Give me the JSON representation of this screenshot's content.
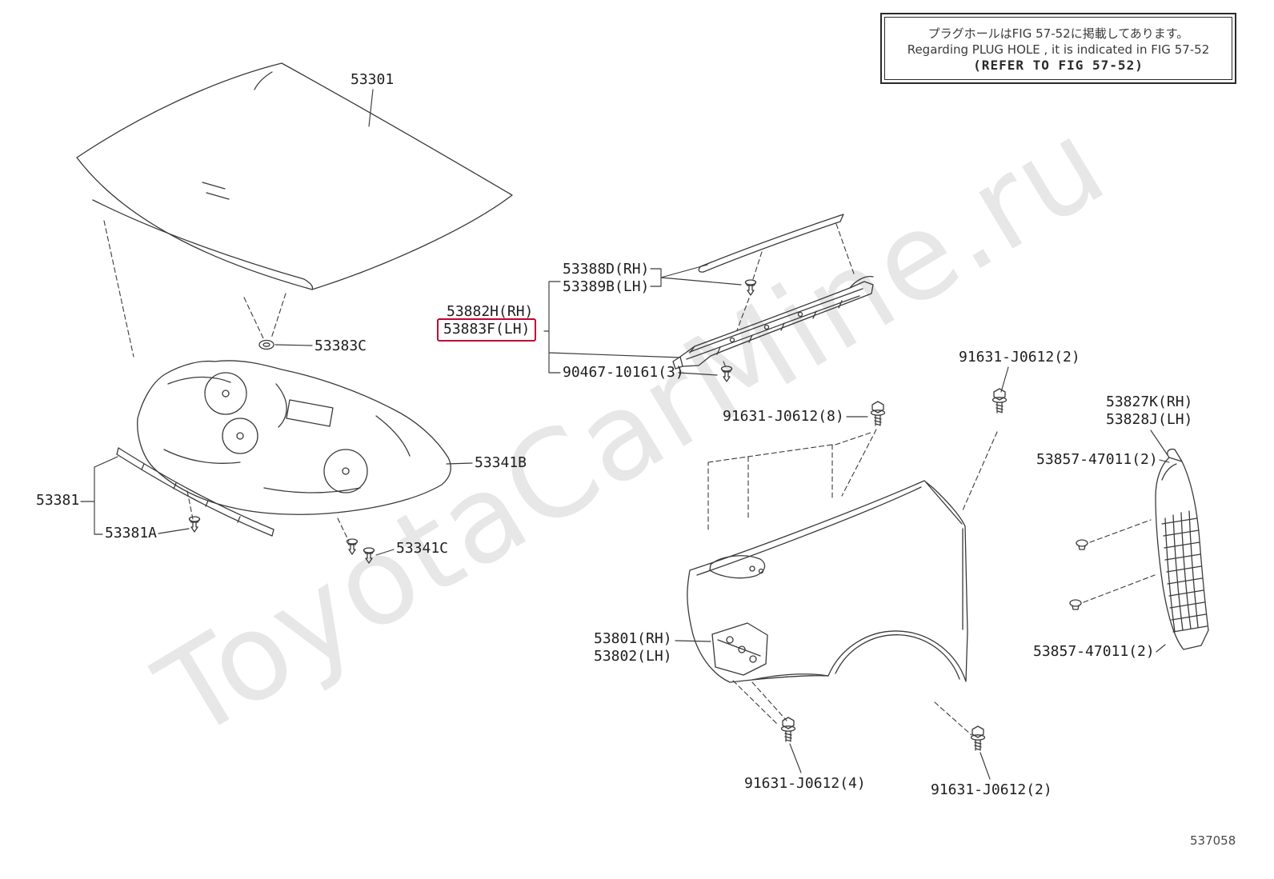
{
  "note": {
    "line1_jp": "プラグホールはFIG 57-52に掲載してあります。",
    "line2_en": "Regarding PLUG HOLE , it is indicated in FIG 57-52",
    "line3_ref": "(REFER TO FIG 57-52)"
  },
  "watermark": "ToyotaCarMine.ru",
  "figure_number": "537058",
  "colors": {
    "highlight_box": "#c40233",
    "line_art": "#3a3a3a"
  },
  "labels": {
    "hood": "53301",
    "hood_clip": "53383C",
    "hood_seal": "53381",
    "hood_seal_clip": "53381A",
    "insulator": "53341B",
    "insulator_clip": "53341C",
    "seal_rh": "53388D(RH)",
    "seal_lh": "53389B(LH)",
    "protector_rh": "53882H(RH)",
    "protector_lh": "53883F(LH)",
    "clip_90467": "90467-10161(3)",
    "bolt_x8": "91631-J0612(8)",
    "bolt_x2_upper": "91631-J0612(2)",
    "bolt_x4": "91631-J0612(4)",
    "bolt_x2_lower": "91631-J0612(2)",
    "fender_rh": "53801(RH)",
    "fender_lh": "53802(LH)",
    "cowl_side_rh": "53827K(RH)",
    "cowl_side_lh": "53828J(LH)",
    "pad_upper": "53857-47011(2)",
    "pad_lower": "53857-47011(2)"
  }
}
